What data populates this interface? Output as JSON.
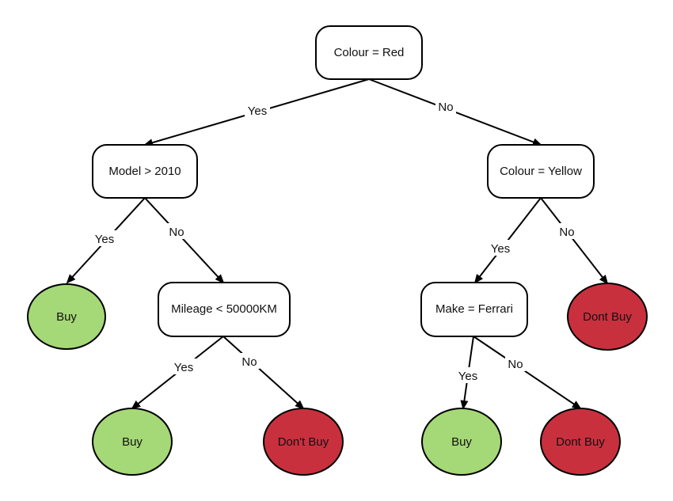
{
  "colors": {
    "buy": "#a5d877",
    "dont_buy": "#c9303e",
    "stroke": "#000000"
  },
  "nodes": {
    "root": "Colour = Red",
    "model": "Model > 2010",
    "colour_yellow": "Colour = Yellow",
    "mileage": "Mileage < 50000KM",
    "make": "Make = Ferrari",
    "leaf_buy_1": "Buy",
    "leaf_buy_2": "Buy",
    "leaf_dontbuy_1": "Don't Buy",
    "leaf_buy_3": "Buy",
    "leaf_dontbuy_2": "Dont Buy",
    "leaf_dontbuy_3": "Dont Buy"
  },
  "edges": {
    "root_yes": "Yes",
    "root_no": "No",
    "model_yes": "Yes",
    "model_no": "No",
    "yellow_yes": "Yes",
    "yellow_no": "No",
    "mileage_yes": "Yes",
    "mileage_no": "No",
    "make_yes": "Yes",
    "make_no": "No"
  }
}
